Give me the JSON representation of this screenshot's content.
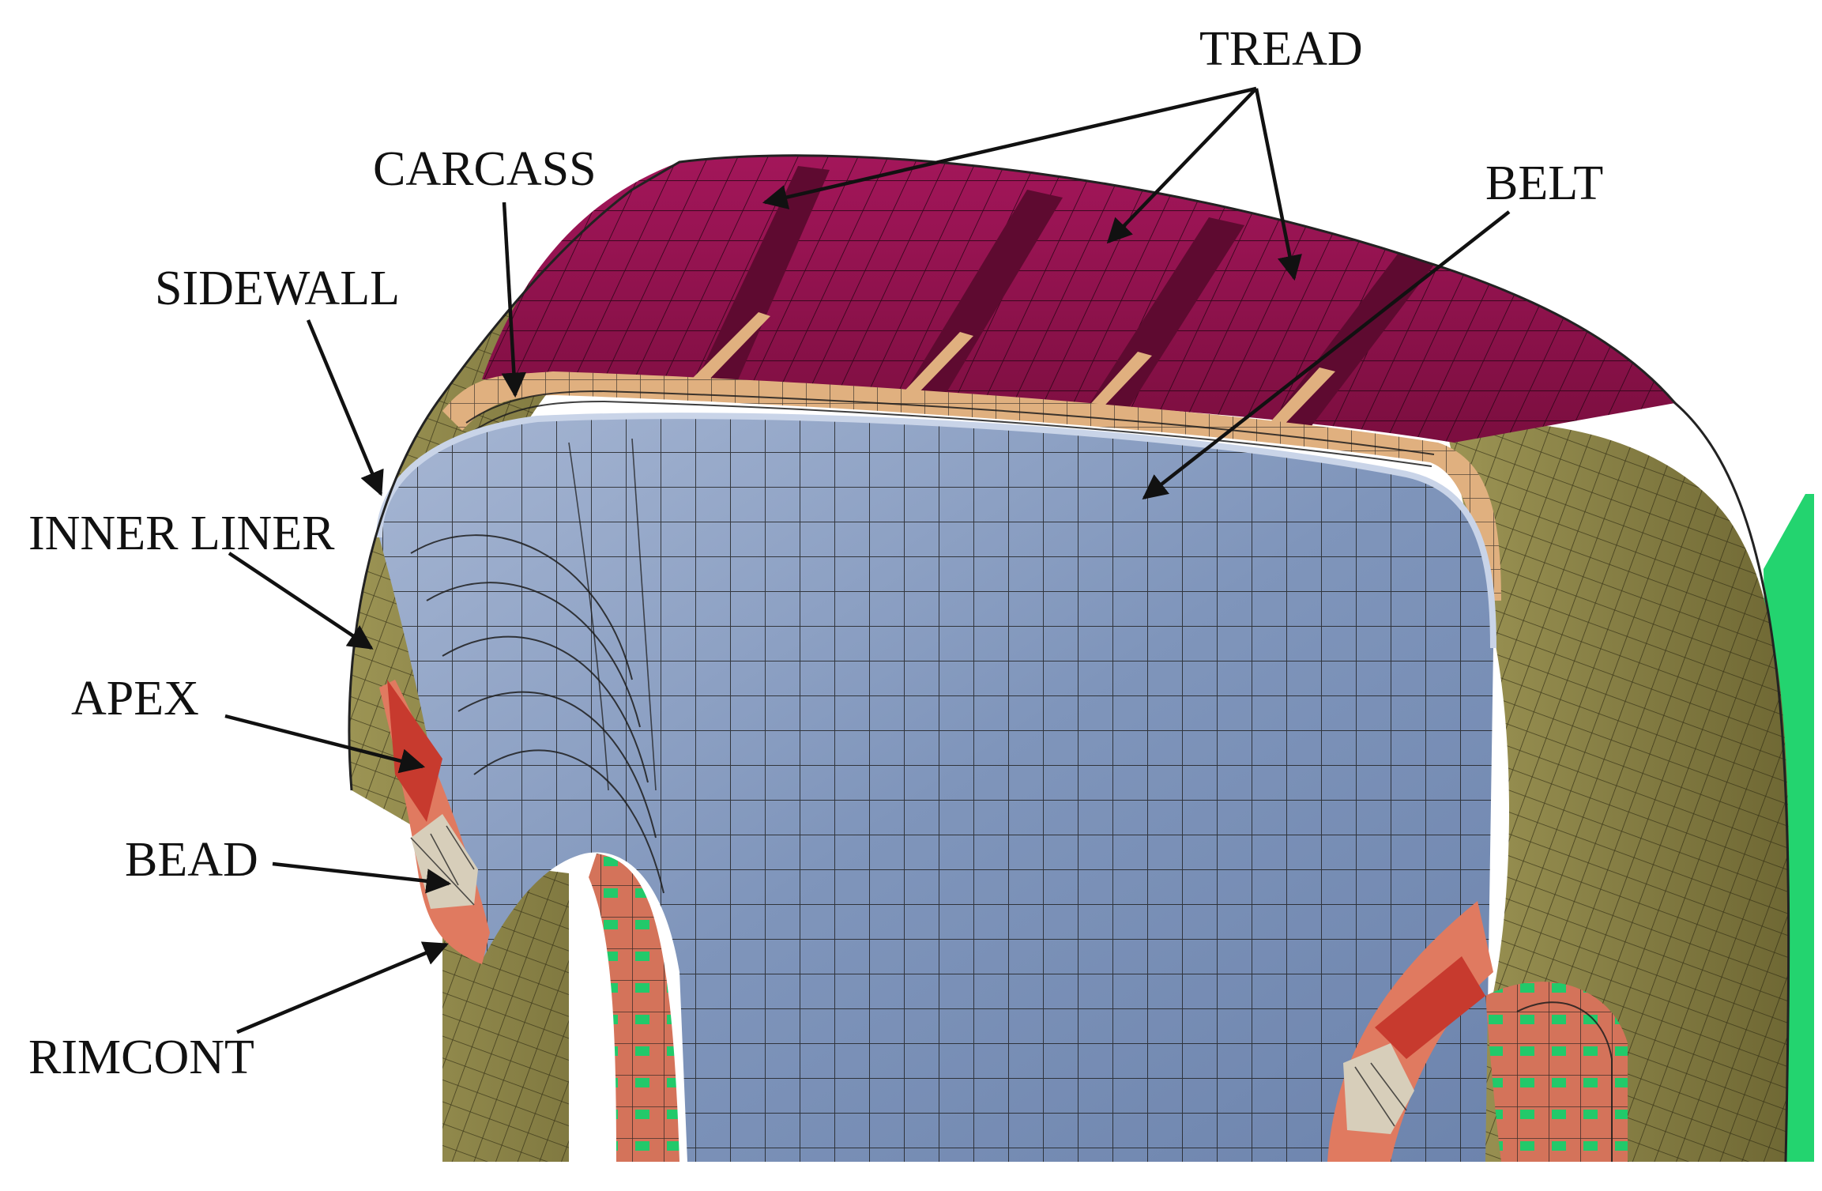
{
  "labels": {
    "tread": "TREAD",
    "carcass": "CARCASS",
    "belt": "BELT",
    "sidewall": "SIDEWALL",
    "inner_liner": "INNER LINER",
    "apex": "APEX",
    "bead": "BEAD",
    "rimcont": "RIMCONT"
  },
  "colors": {
    "tread": "#8c1048",
    "tread_dark": "#5e0a30",
    "sidewall": "#8d8448",
    "belt_layer": "#e0b07f",
    "inner_liner": "#7f95bb",
    "apex": "#c73a2e",
    "bead": "#d7ceba",
    "rimcont": "#e07a60",
    "rim_green": "#23d46f"
  }
}
